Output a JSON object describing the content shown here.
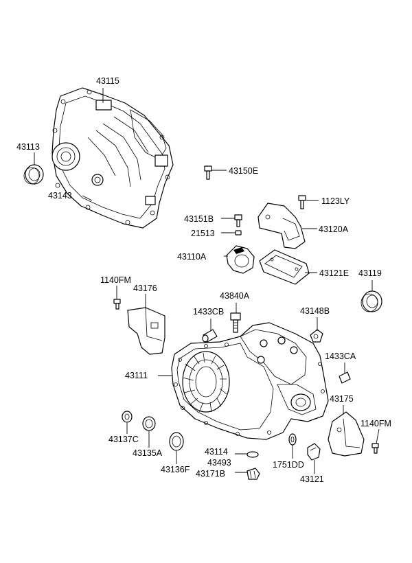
{
  "diagram": {
    "part_numbers": {
      "p43115": "43115",
      "p43113": "43113",
      "p43143": "43143",
      "p43150E": "43150E",
      "p1123LY": "1123LY",
      "p43151B": "43151B",
      "p21513": "21513",
      "p43120A": "43120A",
      "p43110A": "43110A",
      "p43121E": "43121E",
      "p43119": "43119",
      "p1140FM_a": "1140FM",
      "p43176": "43176",
      "p43840A": "43840A",
      "p1433CB": "1433CB",
      "p43148B": "43148B",
      "p1433CA": "1433CA",
      "p43111": "43111",
      "p43175": "43175",
      "p1140FM_b": "1140FM",
      "p43137C": "43137C",
      "p43135A": "43135A",
      "p43136F": "43136F",
      "p43114": "43114",
      "p43493": "43493",
      "p43171B": "43171B",
      "p1751DD": "1751DD",
      "p43121": "43121"
    }
  }
}
